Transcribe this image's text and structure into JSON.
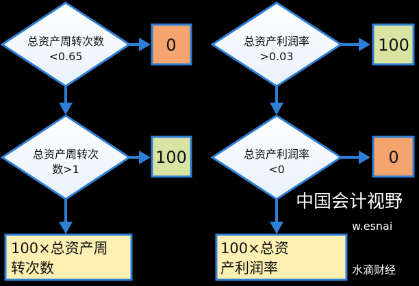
{
  "left": {
    "decision1": {
      "line1": "总资产周转次数",
      "line2": "<0.65"
    },
    "result1": "0",
    "decision2": {
      "line1": "总资产周转次",
      "line2": "数>1"
    },
    "result2": "100",
    "formula": {
      "line1": "100×总资产周",
      "line2": "转次数"
    }
  },
  "right": {
    "decision1": {
      "line1": "总资产利润率",
      "line2": ">0.03"
    },
    "result1": "100",
    "decision2": {
      "line1": "总资产利润率",
      "line2": "<0"
    },
    "result2": "0",
    "formula": {
      "line1": "100×总资",
      "line2": "产利润率"
    }
  },
  "watermark": {
    "line1": "中国会计视野",
    "line2": "w.esnai",
    "line3": "水滴财经"
  },
  "colors": {
    "arrow": "#2e7fd6",
    "orange": "#f4a46c",
    "green": "#d9e4a2",
    "yellow": "#fdf0b2",
    "border": "#2e7fd6"
  }
}
